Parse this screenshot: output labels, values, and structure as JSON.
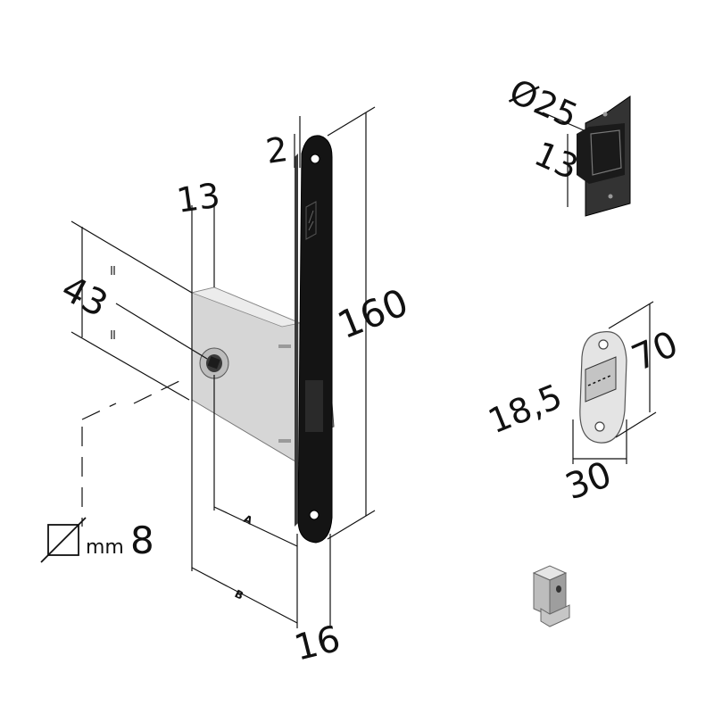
{
  "dimensions": {
    "plate_height": "160",
    "faceplate_thickness": "2",
    "backset_top": "13",
    "distance": "43",
    "faceplate_width": "16",
    "label_a": "A",
    "label_b": "B",
    "square_size": "8",
    "square_unit": "mm"
  },
  "strike": {
    "diameter": "Ø25",
    "depth": "13"
  },
  "keeper": {
    "height": "70",
    "width": "30",
    "opening": "18,5"
  },
  "colors": {
    "faceplate": "#141414",
    "body": "#d4d4d4",
    "line": "#111111"
  }
}
